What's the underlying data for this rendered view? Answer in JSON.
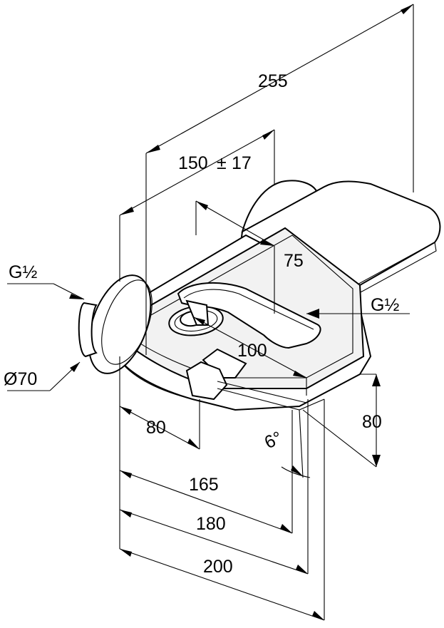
{
  "drawing": {
    "labels": {
      "g_left": "G½",
      "d70": "Ø70",
      "d255": "255",
      "d150": "150",
      "d150_tol": "±",
      "d150_tol_val": "17",
      "d75": "75",
      "g_right": "G½",
      "d100": "100",
      "d80_right": "80",
      "d80_bottom": "80",
      "angle": "6°",
      "d165": "165",
      "d180": "180",
      "d200": "200"
    }
  }
}
